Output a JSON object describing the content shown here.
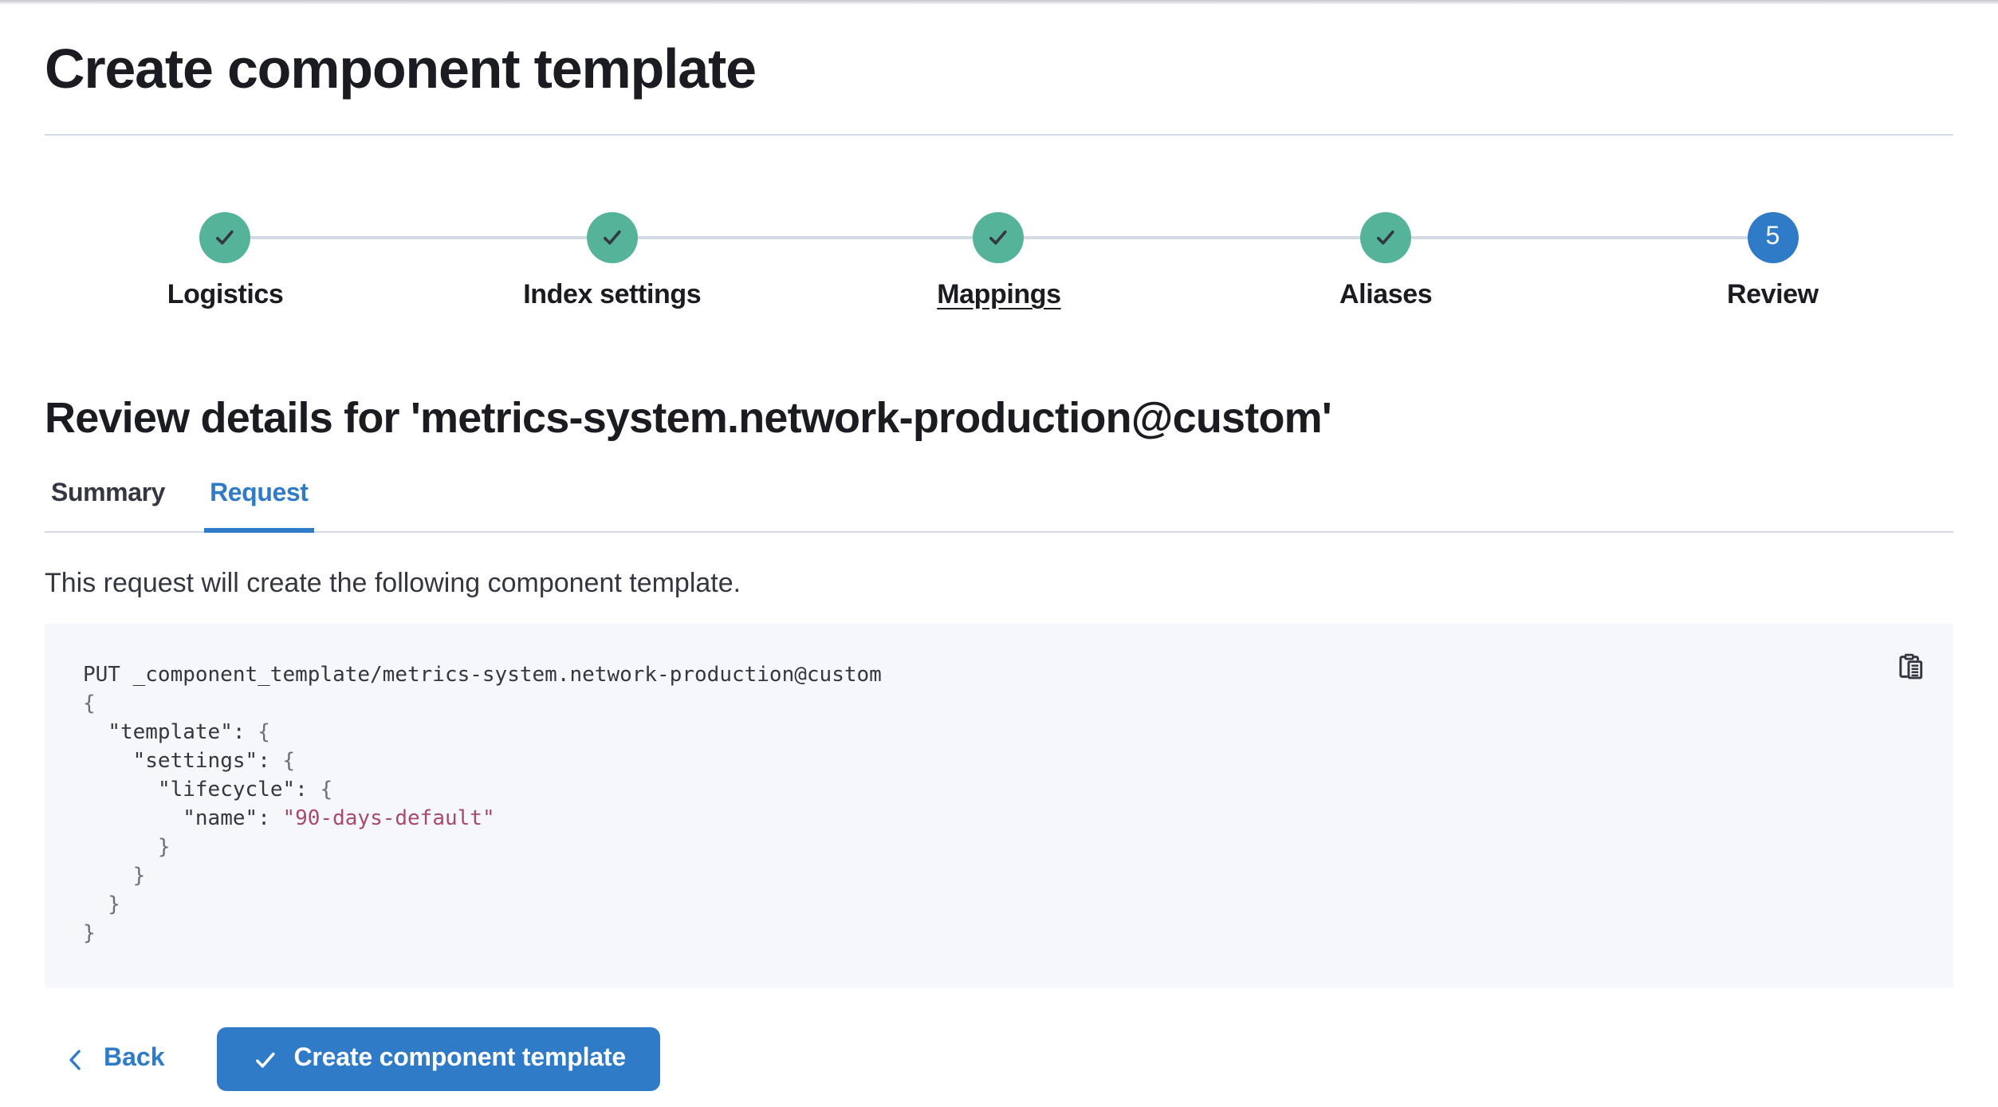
{
  "page": {
    "title": "Create component template"
  },
  "steps": {
    "items": [
      {
        "label": "Logistics",
        "status": "complete",
        "icon": "check-icon",
        "underlined": false
      },
      {
        "label": "Index settings",
        "status": "complete",
        "icon": "check-icon",
        "underlined": false
      },
      {
        "label": "Mappings",
        "status": "complete",
        "icon": "check-icon",
        "underlined": true
      },
      {
        "label": "Aliases",
        "status": "complete",
        "icon": "check-icon",
        "underlined": false
      },
      {
        "label": "Review",
        "status": "current",
        "number": "5",
        "underlined": false
      }
    ]
  },
  "review": {
    "heading": "Review details for 'metrics-system.network-production@custom'"
  },
  "tabs": [
    {
      "label": "Summary",
      "active": false
    },
    {
      "label": "Request",
      "active": true
    }
  ],
  "request": {
    "description": "This request will create the following component template.",
    "copy_icon": "copy-clipboard-icon",
    "code_lines": [
      [
        [
          "plain",
          "PUT _component_template/metrics-system.network-production@custom"
        ]
      ],
      [
        [
          "punct",
          "{"
        ]
      ],
      [
        [
          "plain",
          "  "
        ],
        [
          "key",
          "\"template\""
        ],
        [
          "plain",
          ": "
        ],
        [
          "punct",
          "{"
        ]
      ],
      [
        [
          "plain",
          "    "
        ],
        [
          "key",
          "\"settings\""
        ],
        [
          "plain",
          ": "
        ],
        [
          "punct",
          "{"
        ]
      ],
      [
        [
          "plain",
          "      "
        ],
        [
          "key",
          "\"lifecycle\""
        ],
        [
          "plain",
          ": "
        ],
        [
          "punct",
          "{"
        ]
      ],
      [
        [
          "plain",
          "        "
        ],
        [
          "key",
          "\"name\""
        ],
        [
          "plain",
          ": "
        ],
        [
          "string",
          "\"90-days-default\""
        ]
      ],
      [
        [
          "punct",
          "      }"
        ]
      ],
      [
        [
          "punct",
          "    }"
        ]
      ],
      [
        [
          "punct",
          "  }"
        ]
      ],
      [
        [
          "punct",
          "}"
        ]
      ]
    ]
  },
  "footer": {
    "back_label": "Back",
    "back_icon": "chevron-left-icon",
    "submit_label": "Create component template",
    "submit_icon": "check-icon"
  },
  "colors": {
    "primary_blue": "#2F7BC8",
    "success_teal": "#54B399",
    "divider_gray": "#D3DAE6",
    "heading_text": "#1A1C21",
    "body_text": "#343741",
    "code_background": "#F5F7FA",
    "code_punctuation": "#69707D",
    "code_string": "#A74A6E"
  }
}
